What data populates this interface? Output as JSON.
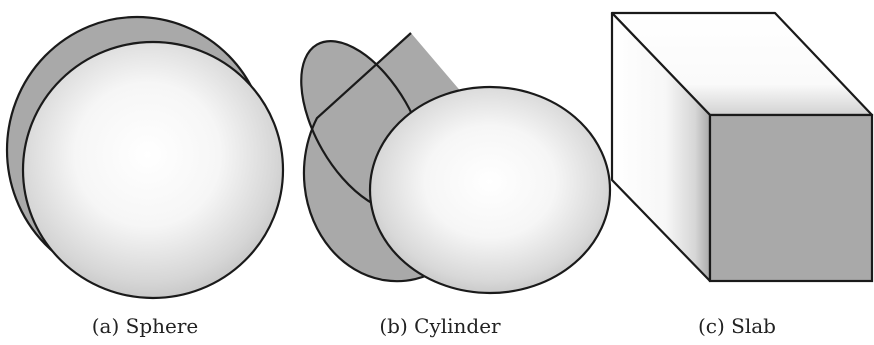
{
  "figure": {
    "panels": [
      {
        "id": "a",
        "caption": "(a) Sphere",
        "shape": "sphere"
      },
      {
        "id": "b",
        "caption": "(b) Cylinder",
        "shape": "cylinder"
      },
      {
        "id": "c",
        "caption": "(c) Slab",
        "shape": "slab"
      }
    ]
  },
  "colors": {
    "outline": "#1a1a1a",
    "side_shade": "#a9a9a9",
    "highlight": "#ffffff",
    "face_rim": "#bdbdbd",
    "background": "#ffffff"
  }
}
